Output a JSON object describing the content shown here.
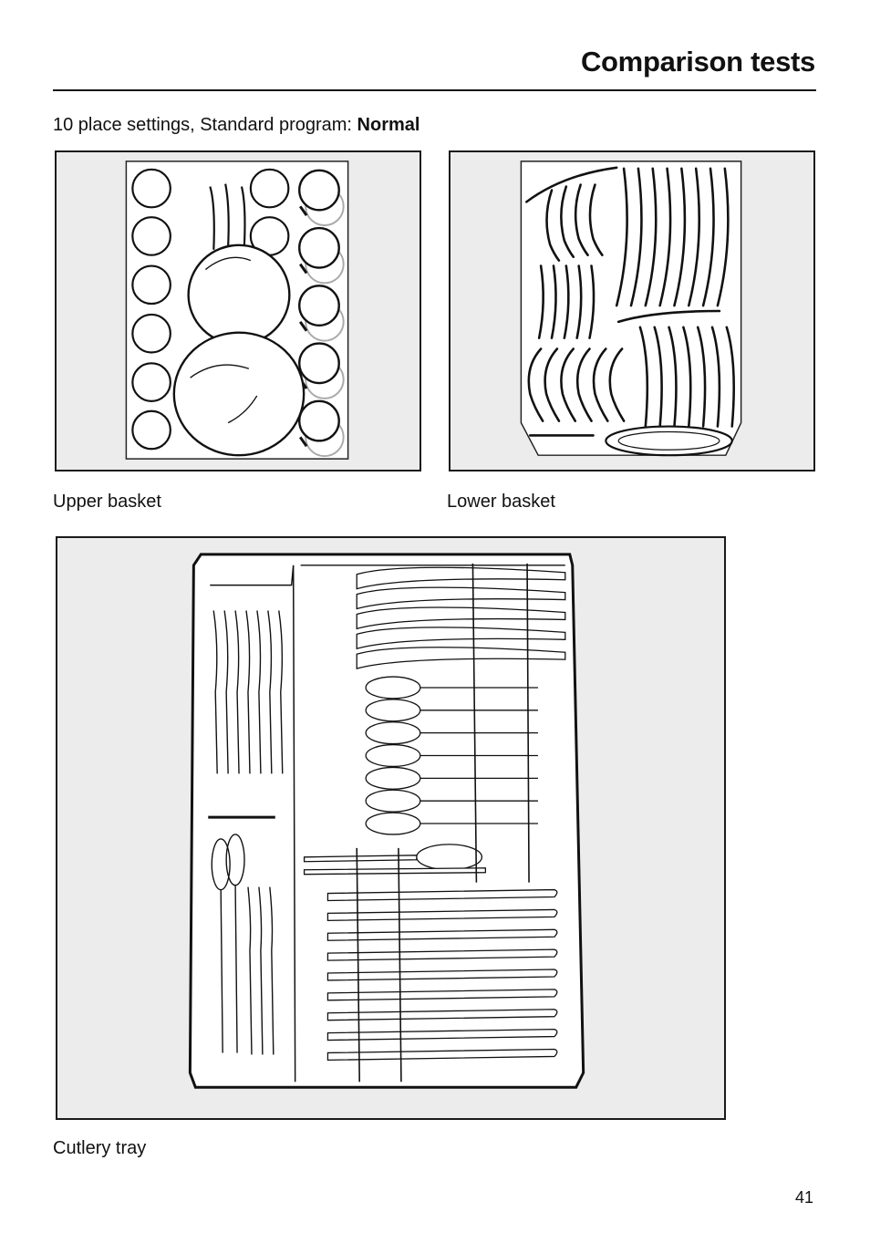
{
  "page": {
    "title": "Comparison tests",
    "subtitle_prefix": "10 place settings, Standard program: ",
    "subtitle_program": "Normal",
    "page_number": "41"
  },
  "figures": {
    "upper_basket": {
      "caption": "Upper basket"
    },
    "lower_basket": {
      "caption": "Lower basket"
    },
    "cutlery_tray": {
      "caption": "Cutlery tray"
    }
  },
  "colors": {
    "panel_bg": "#ececec",
    "ink": "#111111",
    "shadow": "#aaaaaa"
  }
}
